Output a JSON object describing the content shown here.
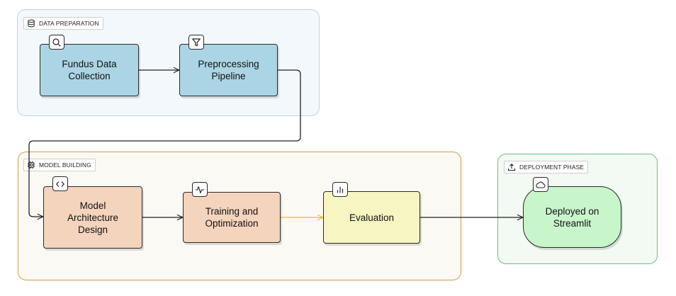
{
  "groups": {
    "data_preparation": "DATA PREPARATION",
    "model_building": "MODEL BUILDING",
    "deployment_phase": "DEPLOYMENT PHASE"
  },
  "nodes": {
    "fundus_data_collection": "Fundus Data\nCollection",
    "preprocessing_pipeline": "Preprocessing\nPipeline",
    "model_architecture_design": "Model\nArchitecture\nDesign",
    "training_and_optimization": "Training and\nOptimization",
    "evaluation": "Evaluation",
    "deployed_on_streamlit": "Deployed on\nStreamlit"
  },
  "icons": {
    "data_preparation": "database-icon",
    "model_building": "cpu-chip-icon",
    "deployment_phase": "upload-icon",
    "fundus_data_collection": "search-icon",
    "preprocessing_pipeline": "filter-icon",
    "model_architecture_design": "code-icon",
    "training_and_optimization": "activity-icon",
    "evaluation": "bar-chart-icon",
    "deployed_on_streamlit": "cloud-icon"
  },
  "colors": {
    "data_preparation_fill": "#f2f8fc",
    "model_building_border": "#d99a4a",
    "deployment_border": "#6dbe7c",
    "blue_node": "#abd5e4",
    "peach_node": "#f5d4bd",
    "yellow_node": "#f7f5c2",
    "green_node": "#c9f5cb",
    "highlight_edge": "#f5b13c"
  },
  "edges": [
    {
      "from": "Fundus Data Collection",
      "to": "Preprocessing Pipeline"
    },
    {
      "from": "Preprocessing Pipeline",
      "to": "Model Architecture Design"
    },
    {
      "from": "Model Architecture Design",
      "to": "Training and Optimization"
    },
    {
      "from": "Training and Optimization",
      "to": "Evaluation"
    },
    {
      "from": "Evaluation",
      "to": "Deployed on Streamlit"
    }
  ]
}
